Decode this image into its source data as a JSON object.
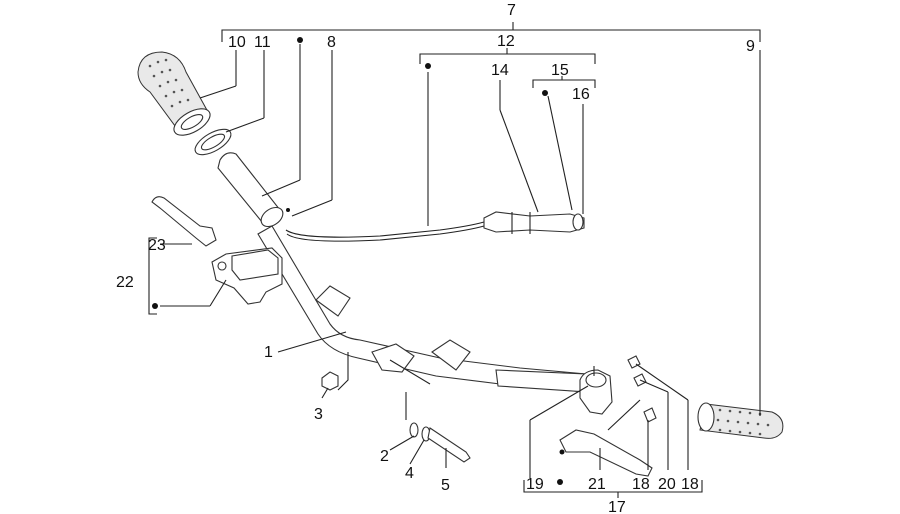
{
  "labels": {
    "p1": "1",
    "p2": "2",
    "p3": "3",
    "p4": "4",
    "p5": "5",
    "p7": "7",
    "p8": "8",
    "p9": "9",
    "p10": "10",
    "p11": "11",
    "p12": "12",
    "p14": "14",
    "p15": "15",
    "p16": "16",
    "p17": "17",
    "p18a": "18",
    "p18b": "18",
    "p19": "19",
    "p20": "20",
    "p21": "21",
    "p22": "22",
    "p23": "23"
  },
  "colors": {
    "line": "#222222",
    "part_fill": "#ffffff",
    "grip_fill": "#e9e9e9",
    "text": "#111111"
  }
}
